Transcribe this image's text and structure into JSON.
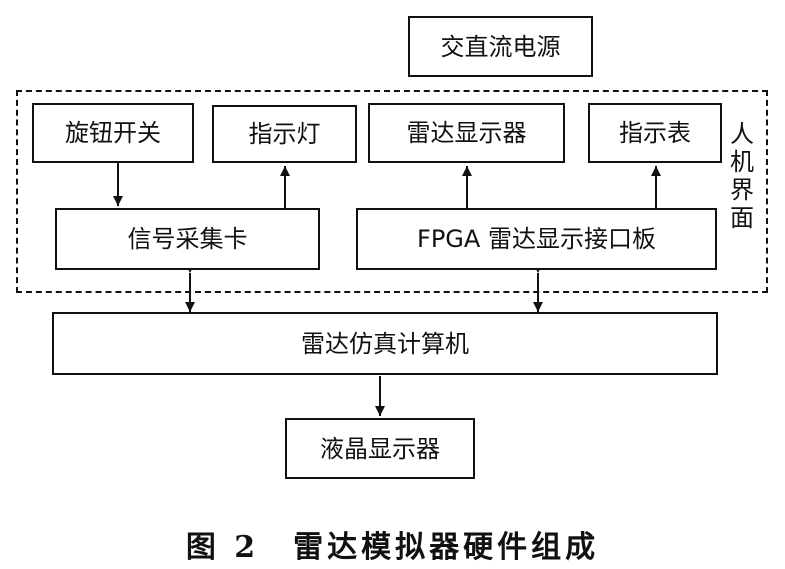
{
  "diagram": {
    "boxes": {
      "power_supply": "交直流电源",
      "rotary_switch": "旋钮开关",
      "indicator_light": "指示灯",
      "radar_display": "雷达显示器",
      "indicator_meter": "指示表",
      "signal_card": "信号采集卡",
      "fpga_board": "FPGA 雷达显示接口板",
      "sim_computer": "雷达仿真计算机",
      "lcd_display": "液晶显示器"
    },
    "group_label": "人机界面",
    "caption": "图 2　雷达模拟器硬件组成"
  }
}
